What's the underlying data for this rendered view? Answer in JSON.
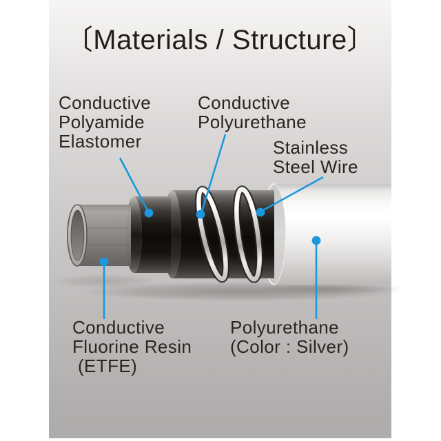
{
  "title": "〔Materials / Structure〕",
  "labels": {
    "polyamide": {
      "lines": [
        "Conductive",
        "Polyamide",
        "Elastomer"
      ]
    },
    "polyurethane_top": {
      "lines": [
        "Conductive",
        "Polyurethane"
      ]
    },
    "stainless": {
      "lines": [
        "Stainless",
        "Steel Wire"
      ]
    },
    "etfe": {
      "lines": [
        "Conductive",
        "Fluorine Resin",
        "(ETFE)"
      ]
    },
    "silver": {
      "lines": [
        "Polyurethane",
        "(Color : Silver)"
      ]
    }
  },
  "colors": {
    "accent_blue": "#1c97dd",
    "text": "#2b2420",
    "title_text": "#241c18",
    "panel_top": "#f6f5f4",
    "panel_bottom": "#aeacab",
    "silver_layer": "#f5f4f3",
    "dark_layer": "#16120f"
  },
  "diagram": {
    "layer_names": [
      "conductive-fluorine-resin-etfe-tube",
      "conductive-polyamide-elastomer-layer",
      "conductive-polyurethane-layer",
      "stainless-steel-wire-coils",
      "polyurethane-silver-outer-layer"
    ]
  }
}
